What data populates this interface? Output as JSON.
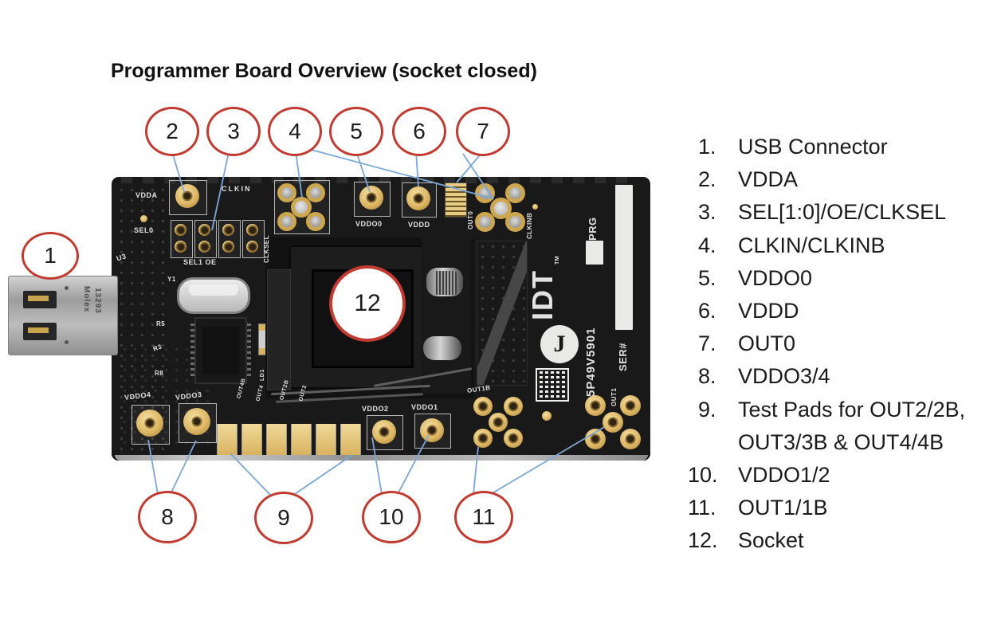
{
  "title": "Programmer Board Overview (socket closed)",
  "legend": {
    "items": [
      {
        "num": "1.",
        "label": "USB Connector"
      },
      {
        "num": "2.",
        "label": "VDDA"
      },
      {
        "num": "3.",
        "label": "SEL[1:0]/OE/CLKSEL"
      },
      {
        "num": "4.",
        "label": "CLKIN/CLKINB"
      },
      {
        "num": "5.",
        "label": "VDDO0"
      },
      {
        "num": "6.",
        "label": "VDDD"
      },
      {
        "num": "7.",
        "label": "OUT0"
      },
      {
        "num": "8.",
        "label": "VDDO3/4"
      },
      {
        "num": "9.",
        "label": "Test Pads for OUT2/2B,",
        "label2": "OUT3/3B & OUT4/4B"
      },
      {
        "num": "10.",
        "label": "VDDO1/2"
      },
      {
        "num": "11.",
        "label": "OUT1/1B"
      },
      {
        "num": "12.",
        "label": "Socket"
      }
    ]
  },
  "callouts": {
    "items": [
      {
        "n": "1"
      },
      {
        "n": "2"
      },
      {
        "n": "3"
      },
      {
        "n": "4"
      },
      {
        "n": "5"
      },
      {
        "n": "6"
      },
      {
        "n": "7"
      },
      {
        "n": "8"
      },
      {
        "n": "9"
      },
      {
        "n": "10"
      },
      {
        "n": "11"
      },
      {
        "n": "12"
      }
    ]
  },
  "board": {
    "labels": {
      "vdda": "VDDA",
      "clkin": "CLKIN",
      "sel0": "SEL0",
      "sel1_oe": "SEL1 OE",
      "clksel": "CLKSEL",
      "vddo0": "VDDO0",
      "vddd": "VDDD",
      "out0": "OUT0",
      "clkinb": "CLKINB",
      "prg": "PRG",
      "part_number": "5P49V5901",
      "ser": "SER#",
      "idt": "IDT",
      "tm": "TM",
      "u3": "U3",
      "y1": "Y1",
      "r5": "R5",
      "r3": "R3",
      "r8": "R8",
      "ld1": "LD1",
      "vddo4": "VDDO4",
      "vddo3": "VDDO3",
      "out4b": "OUT4B",
      "out4": "OUT4",
      "out2b": "OUT2B",
      "out2": "OUT2",
      "vddo2": "VDDO2",
      "vddo1": "VDDO1",
      "out1b": "OUT1B",
      "out1": "OUT1",
      "molex_brand": "Molex",
      "molex_num": "13293"
    }
  },
  "colors": {
    "callout_red": "#c23a30",
    "leader_blue": "#7ba7d7",
    "board_black": "#191919",
    "pad_gold": "#ddb765",
    "silkscreen_white": "#e2e2e2"
  }
}
